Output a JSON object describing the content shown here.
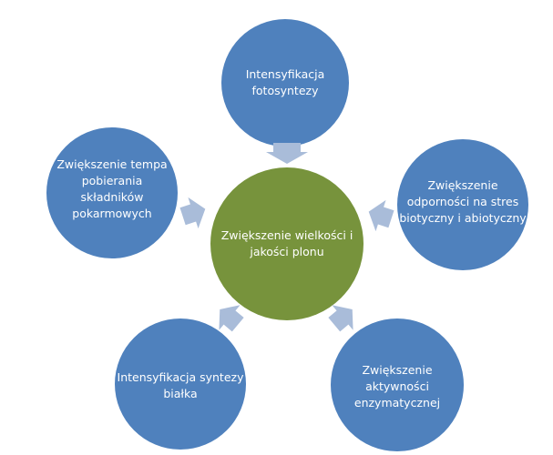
{
  "colors": {
    "outer": "#4F81BD",
    "center": "#77933C",
    "arrow": "#A9BCD9",
    "text": "#FFFFFF"
  },
  "center": {
    "label": "Zwiększenie wielkości i\njakości plonu"
  },
  "nodes": [
    {
      "id": "top",
      "label": "Intensyfikacja\nfotosyntezy"
    },
    {
      "id": "left-upper",
      "label": "Zwiększenie tempa\npobierania\nskładników\npokarmowych"
    },
    {
      "id": "right-upper",
      "label": "Zwiększenie\nodporności na stres\nbiotyczny i abiotyczny"
    },
    {
      "id": "left-lower",
      "label": "Intensyfikacja syntezy\nbiałka"
    },
    {
      "id": "right-lower",
      "label": "Zwiększenie\naktywności\nenzymatycznej"
    }
  ]
}
